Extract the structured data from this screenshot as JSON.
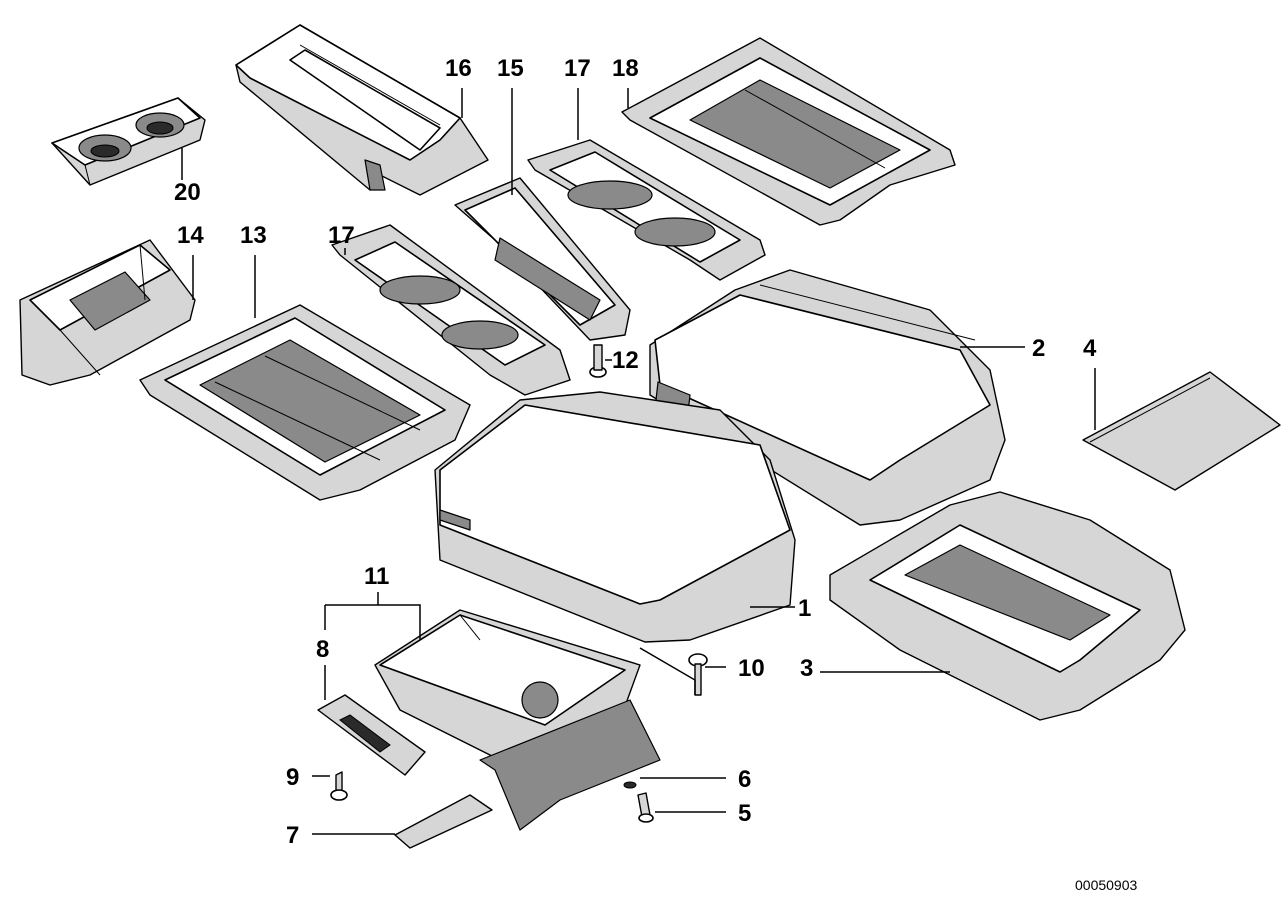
{
  "diagram": {
    "labels": {
      "l1": "1",
      "l2": "2",
      "l3": "3",
      "l4": "4",
      "l5": "5",
      "l6": "6",
      "l7": "7",
      "l8": "8",
      "l9": "9",
      "l10": "10",
      "l11": "11",
      "l12": "12",
      "l13": "13",
      "l14": "14",
      "l15": "15",
      "l16": "16",
      "l17a": "17",
      "l17b": "17",
      "l18": "18",
      "l20": "20"
    },
    "reference_number": "00050903"
  }
}
